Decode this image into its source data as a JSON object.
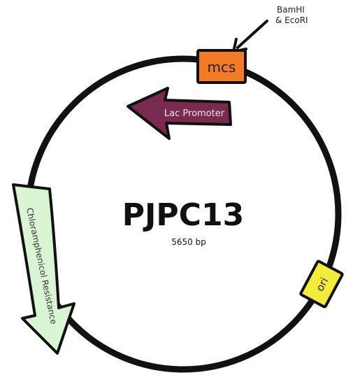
{
  "plasmid": {
    "name": "PJPC13",
    "size": "5650 bp"
  },
  "features": {
    "mcs": {
      "label": "mcs",
      "color": "#f47a26"
    },
    "lac_promoter": {
      "label": "Lac Promoter",
      "color": "#7a2a4f"
    },
    "ori": {
      "label": "ori",
      "color": "#f3ec3b"
    },
    "chloramphenicol": {
      "label": "Chloramphenicol Resistance",
      "color": "#d9f5d4"
    }
  },
  "annotation": {
    "line1": "BamHI",
    "line2": "& EcoRI"
  },
  "colors": {
    "backbone": "#111111"
  }
}
